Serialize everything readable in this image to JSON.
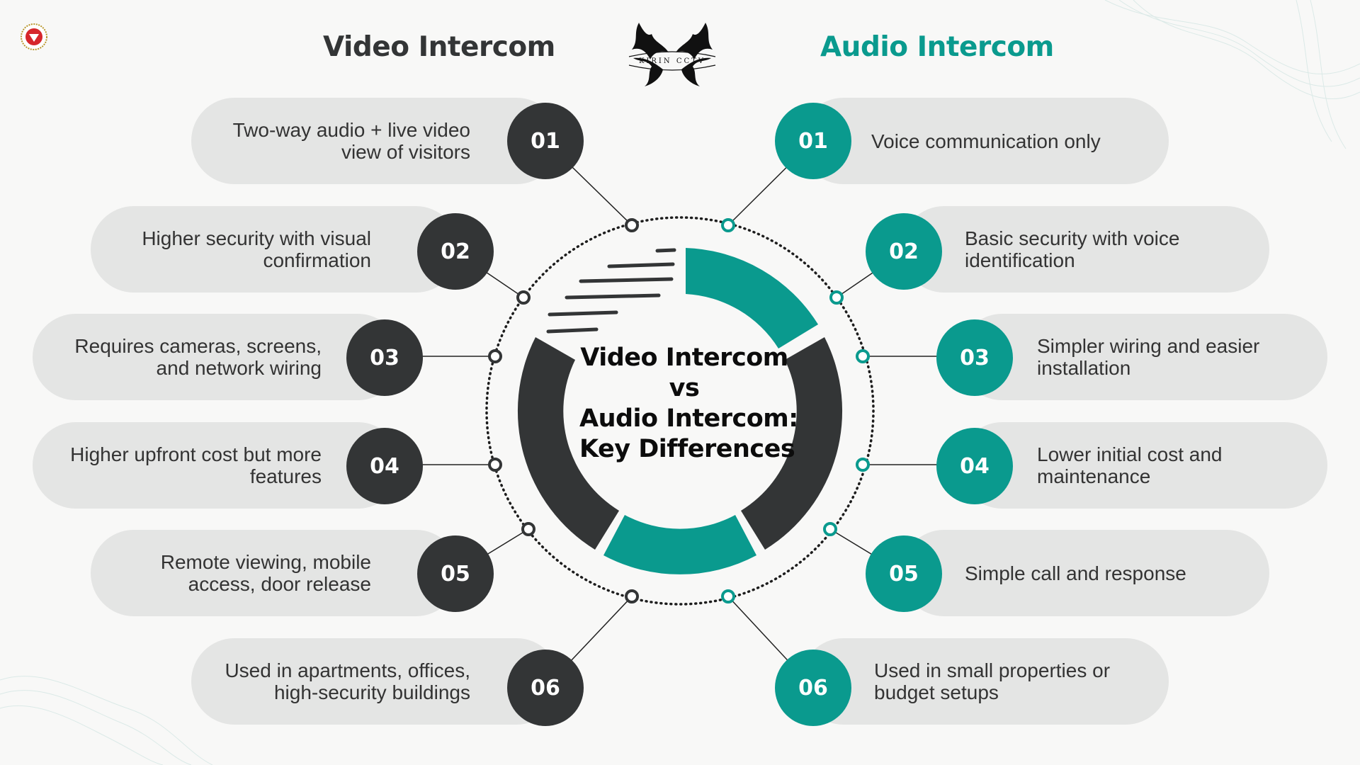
{
  "headings": {
    "video": "Video Intercom",
    "audio": "Audio Intercom"
  },
  "brand": {
    "name": "KIRIN CCTV"
  },
  "center_title": {
    "line1": "Video Intercom",
    "line2": "vs",
    "line3": "Audio Intercom:",
    "line4": "Key Differences"
  },
  "video_items": [
    {
      "number": "01",
      "text": "Two-way audio + live video\nview of visitors"
    },
    {
      "number": "02",
      "text": "Higher security with visual\nconfirmation"
    },
    {
      "number": "03",
      "text": "Requires cameras, screens,\nand network wiring"
    },
    {
      "number": "04",
      "text": "Higher upfront cost but more\nfeatures"
    },
    {
      "number": "05",
      "text": "Remote viewing, mobile\naccess, door release"
    },
    {
      "number": "06",
      "text": "Used in apartments, offices,\nhigh-security buildings"
    }
  ],
  "audio_items": [
    {
      "number": "01",
      "text": "Voice communication only"
    },
    {
      "number": "02",
      "text": "Basic security with voice\nidentification"
    },
    {
      "number": "03",
      "text": "Simpler wiring and easier\ninstallation"
    },
    {
      "number": "04",
      "text": "Lower initial cost and\nmaintenance"
    },
    {
      "number": "05",
      "text": "Simple call and response"
    },
    {
      "number": "06",
      "text": "Used in small properties or\nbudget setups"
    }
  ],
  "colors": {
    "dark": "#333536",
    "teal": "#0a9a8e",
    "pill": "#e4e5e4",
    "background": "#f8f8f7"
  },
  "icons": [
    "corner-seal-icon",
    "dragon-logo-icon"
  ]
}
